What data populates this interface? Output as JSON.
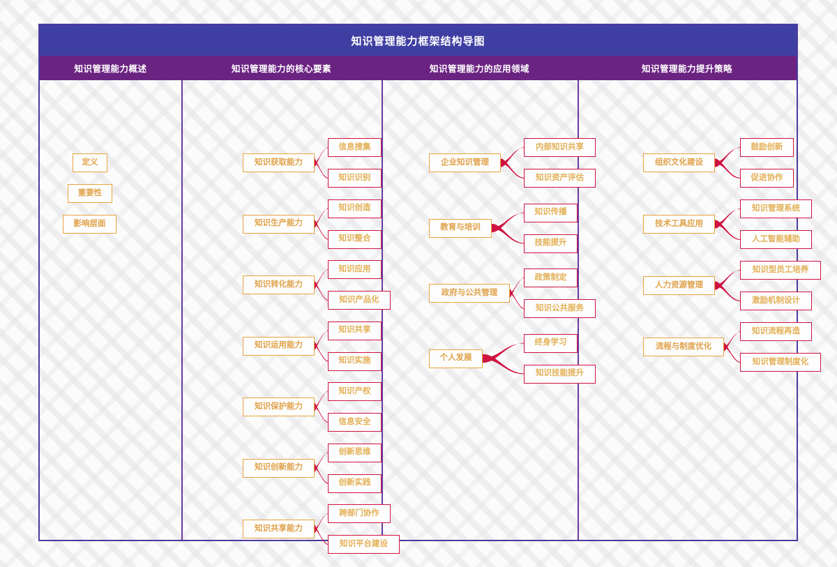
{
  "title": "知识管理能力框架结构导图",
  "columns": [
    {
      "header": "知识管理能力概述",
      "solo_nodes": [
        "定义",
        "重要性",
        "影响层面"
      ],
      "groups": []
    },
    {
      "header": "知识管理能力的核心要素",
      "solo_nodes": [],
      "groups": [
        {
          "parent": "知识获取能力",
          "children": [
            "信息搜集",
            "知识识别"
          ]
        },
        {
          "parent": "知识生产能力",
          "children": [
            "知识创造",
            "知识整合"
          ]
        },
        {
          "parent": "知识转化能力",
          "children": [
            "知识应用",
            "知识产品化"
          ]
        },
        {
          "parent": "知识运用能力",
          "children": [
            "知识共享",
            "知识实施"
          ]
        },
        {
          "parent": "知识保护能力",
          "children": [
            "知识产权",
            "信息安全"
          ]
        },
        {
          "parent": "知识创新能力",
          "children": [
            "创新思维",
            "创新实践"
          ]
        },
        {
          "parent": "知识共享能力",
          "children": [
            "跨部门协作",
            "知识平台建设"
          ]
        }
      ]
    },
    {
      "header": "知识管理能力的应用领域",
      "solo_nodes": [],
      "groups": [
        {
          "parent": "企业知识管理",
          "children": [
            "内部知识共享",
            "知识资产评估"
          ]
        },
        {
          "parent": "教育与培训",
          "children": [
            "知识传播",
            "技能提升"
          ]
        },
        {
          "parent": "政府与公共管理",
          "children": [
            "政策制定",
            "知识公共服务"
          ]
        },
        {
          "parent": "个人发展",
          "children": [
            "终身学习",
            "知识技能提升"
          ]
        }
      ]
    },
    {
      "header": "知识管理能力提升策略",
      "solo_nodes": [],
      "groups": [
        {
          "parent": "组织文化建设",
          "children": [
            "鼓励创新",
            "促进协作"
          ]
        },
        {
          "parent": "技术工具应用",
          "children": [
            "知识管理系统",
            "人工智能辅助"
          ]
        },
        {
          "parent": "人力资源管理",
          "children": [
            "知识型员工培养",
            "激励机制设计"
          ]
        },
        {
          "parent": "流程与制度优化",
          "children": [
            "知识流程再造",
            "知识管理制度化"
          ]
        }
      ]
    }
  ],
  "colors": {
    "title_bar": "#3f3fa3",
    "header_band": "#6b2382",
    "frame_border": "#4a3b9e",
    "divider": "#6b3a9e",
    "parent_border": "#e8a33d",
    "parent_text": "#e0a24a",
    "child_border": "#cf123f",
    "child_text": "#e3b055",
    "connector": "#cf123f"
  }
}
